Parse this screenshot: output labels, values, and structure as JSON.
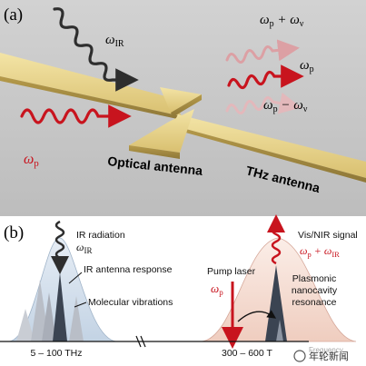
{
  "panel_a": {
    "tag": "(a)",
    "omega_ir": {
      "base": "ω",
      "sub": "IR"
    },
    "omega_p": {
      "base": "ω",
      "sub": "p"
    },
    "omega_p_plus": {
      "base": "ω",
      "sub": "p",
      "rest": " + ω",
      "sub2": "ν"
    },
    "omega_p_right": {
      "base": "ω",
      "sub": "p"
    },
    "omega_p_minus": {
      "base": "ω",
      "sub": "p",
      "rest": " − ω",
      "sub2": "ν"
    },
    "optical_antenna": "Optical antenna",
    "thz_antenna": "THz antenna"
  },
  "panel_b": {
    "tag": "(b)",
    "ir_radiation": "IR radiation",
    "ir_omega": {
      "base": "ω",
      "sub": "IR"
    },
    "ir_antenna_response": "IR antenna response",
    "molecular_vibrations": "Molecular vibrations",
    "pump_laser": "Pump laser",
    "pump_omega": {
      "base": "ω",
      "sub": "p"
    },
    "signal_label": "Vis/NIR signal",
    "signal_omega": {
      "base": "ω",
      "sub": "p",
      "rest": " + ω",
      "sub2": "IR"
    },
    "plasmonic_lines": [
      "Plasmonic",
      "nanocavity",
      "resonance"
    ],
    "axis_left": "5 – 100 THz",
    "axis_right": "300 – 600 T",
    "axis_end": "Frequency",
    "watermark": "年轮新闻"
  },
  "colors": {
    "panel_a_bg": "#c9c9c9",
    "gold": "#e8d48a",
    "ir_arrow": "#2e2e2e",
    "pump_red": "#c8141e",
    "faded_red": "#d98a8e",
    "ir_envelope": "#cfdcea",
    "plasmon_envelope": "#f3d9cf",
    "peak_dark": "#3b4452"
  }
}
